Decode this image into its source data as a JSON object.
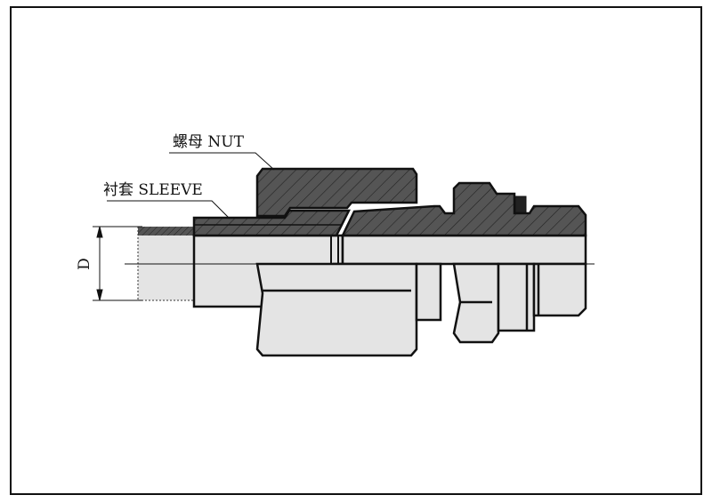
{
  "labels": {
    "nut": "螺母 NUT",
    "sleeve": "衬套 SLEEVE",
    "dimension": "D"
  },
  "colors": {
    "section_fill": "#555555",
    "body_fill": "#e4e4e4",
    "outline": "#111111"
  }
}
